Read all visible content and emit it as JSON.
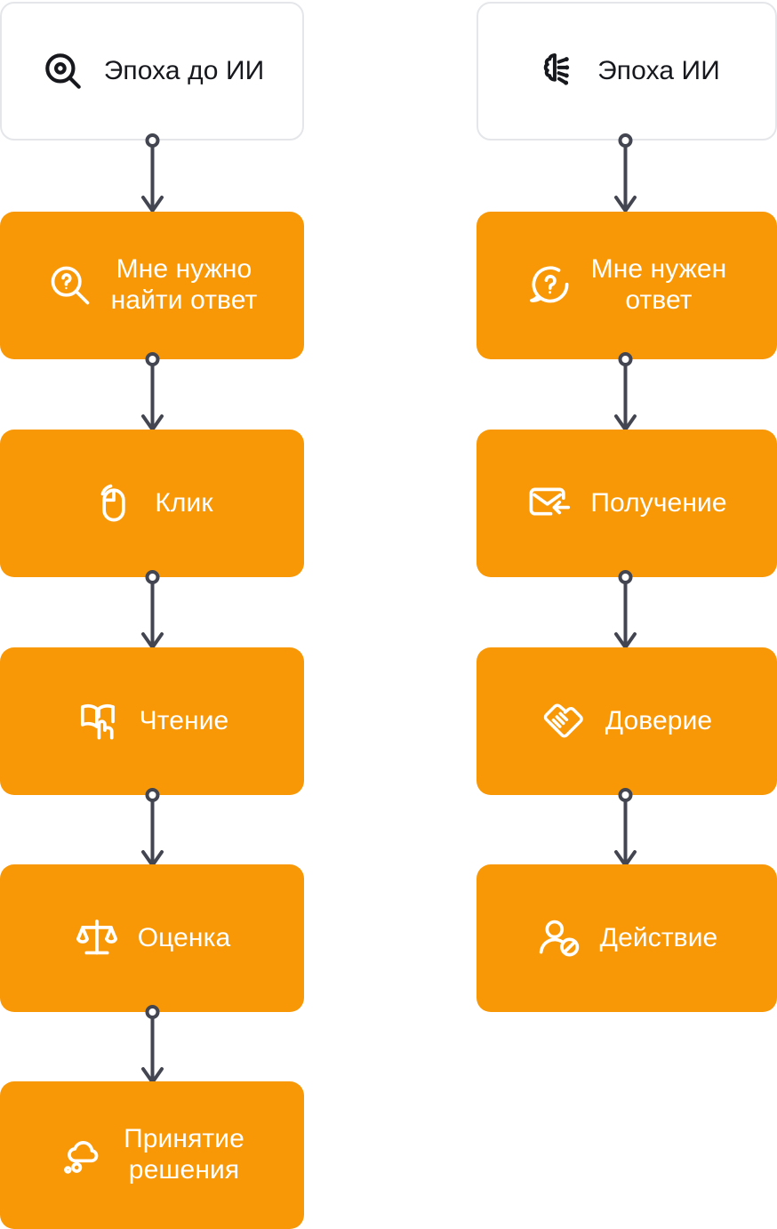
{
  "diagram": {
    "title_left": "Эпоха до ИИ",
    "title_right": "Эпоха ИИ",
    "accent_color": "#F99806",
    "connector_color": "#434650",
    "card_border_color": "#E4E6E9",
    "header_text_color": "#16181D",
    "step_text_color": "#FFFFFF",
    "background_color": "#FFFFFF"
  },
  "columns": [
    {
      "id": "pre-ai",
      "header": {
        "label": "Эпоха до ИИ",
        "icon": "target-search-icon"
      },
      "steps": [
        {
          "label": "Мне нужно\nнайти ответ",
          "icon": "search-question-icon"
        },
        {
          "label": "Клик",
          "icon": "mouse-click-icon"
        },
        {
          "label": "Чтение",
          "icon": "book-hand-icon"
        },
        {
          "label": "Оценка",
          "icon": "scales-balance-icon"
        },
        {
          "label": "Принятие\nрешения",
          "icon": "thought-cloud-icon"
        }
      ]
    },
    {
      "id": "ai",
      "header": {
        "label": "Эпоха ИИ",
        "icon": "brain-circuit-icon"
      },
      "steps": [
        {
          "label": "Мне нужен\nответ",
          "icon": "speech-bubble-question-icon"
        },
        {
          "label": "Получение",
          "icon": "mail-incoming-icon"
        },
        {
          "label": "Доверие",
          "icon": "handshake-icon"
        },
        {
          "label": "Действие",
          "icon": "user-block-icon"
        }
      ]
    }
  ],
  "connectors": {
    "left_count": 5,
    "right_count": 4,
    "style": "ring-line-arrow"
  }
}
